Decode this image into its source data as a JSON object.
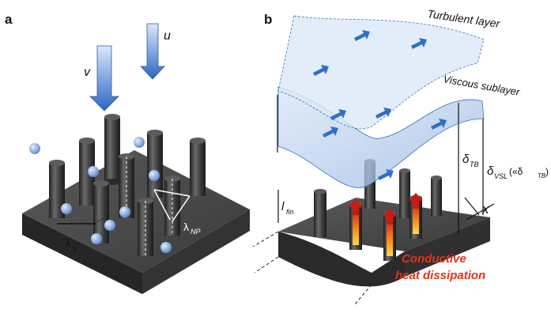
{
  "panels": {
    "a": {
      "letter": "a",
      "labels": {
        "v": "v",
        "u": "u",
        "lambda_v": "λ",
        "lambda_v_sub": "v",
        "lambda_np": "λ",
        "lambda_np_sub": "NP"
      }
    },
    "b": {
      "letter": "b",
      "labels": {
        "turbulent_layer": "Turbulent layer",
        "viscous_sublayer": "Viscous sublayer",
        "delta_tb": "δ",
        "delta_tb_sub": "TB",
        "delta_vsl": "δ",
        "delta_vsl_sub": "VSL",
        "delta_vsl_note_open": " («δ",
        "delta_vsl_note_sub": "TB",
        "delta_vsl_note_close": ")",
        "l_fin": "l",
        "l_fin_sub": "fin",
        "x": "x",
        "heat_line1": "Conductive",
        "heat_line2": "heat dissipation"
      }
    }
  },
  "colors": {
    "block_top": "#4a4a4a",
    "block_side": "#2e2e2e",
    "pillar": "#3b3b3b",
    "particle": "#7fa6dc",
    "arrow_blue": "#2f6fc7",
    "layer_fill": "#b9cdea",
    "heat_text": "#e53015",
    "heat_glow": "#f08a1a"
  }
}
